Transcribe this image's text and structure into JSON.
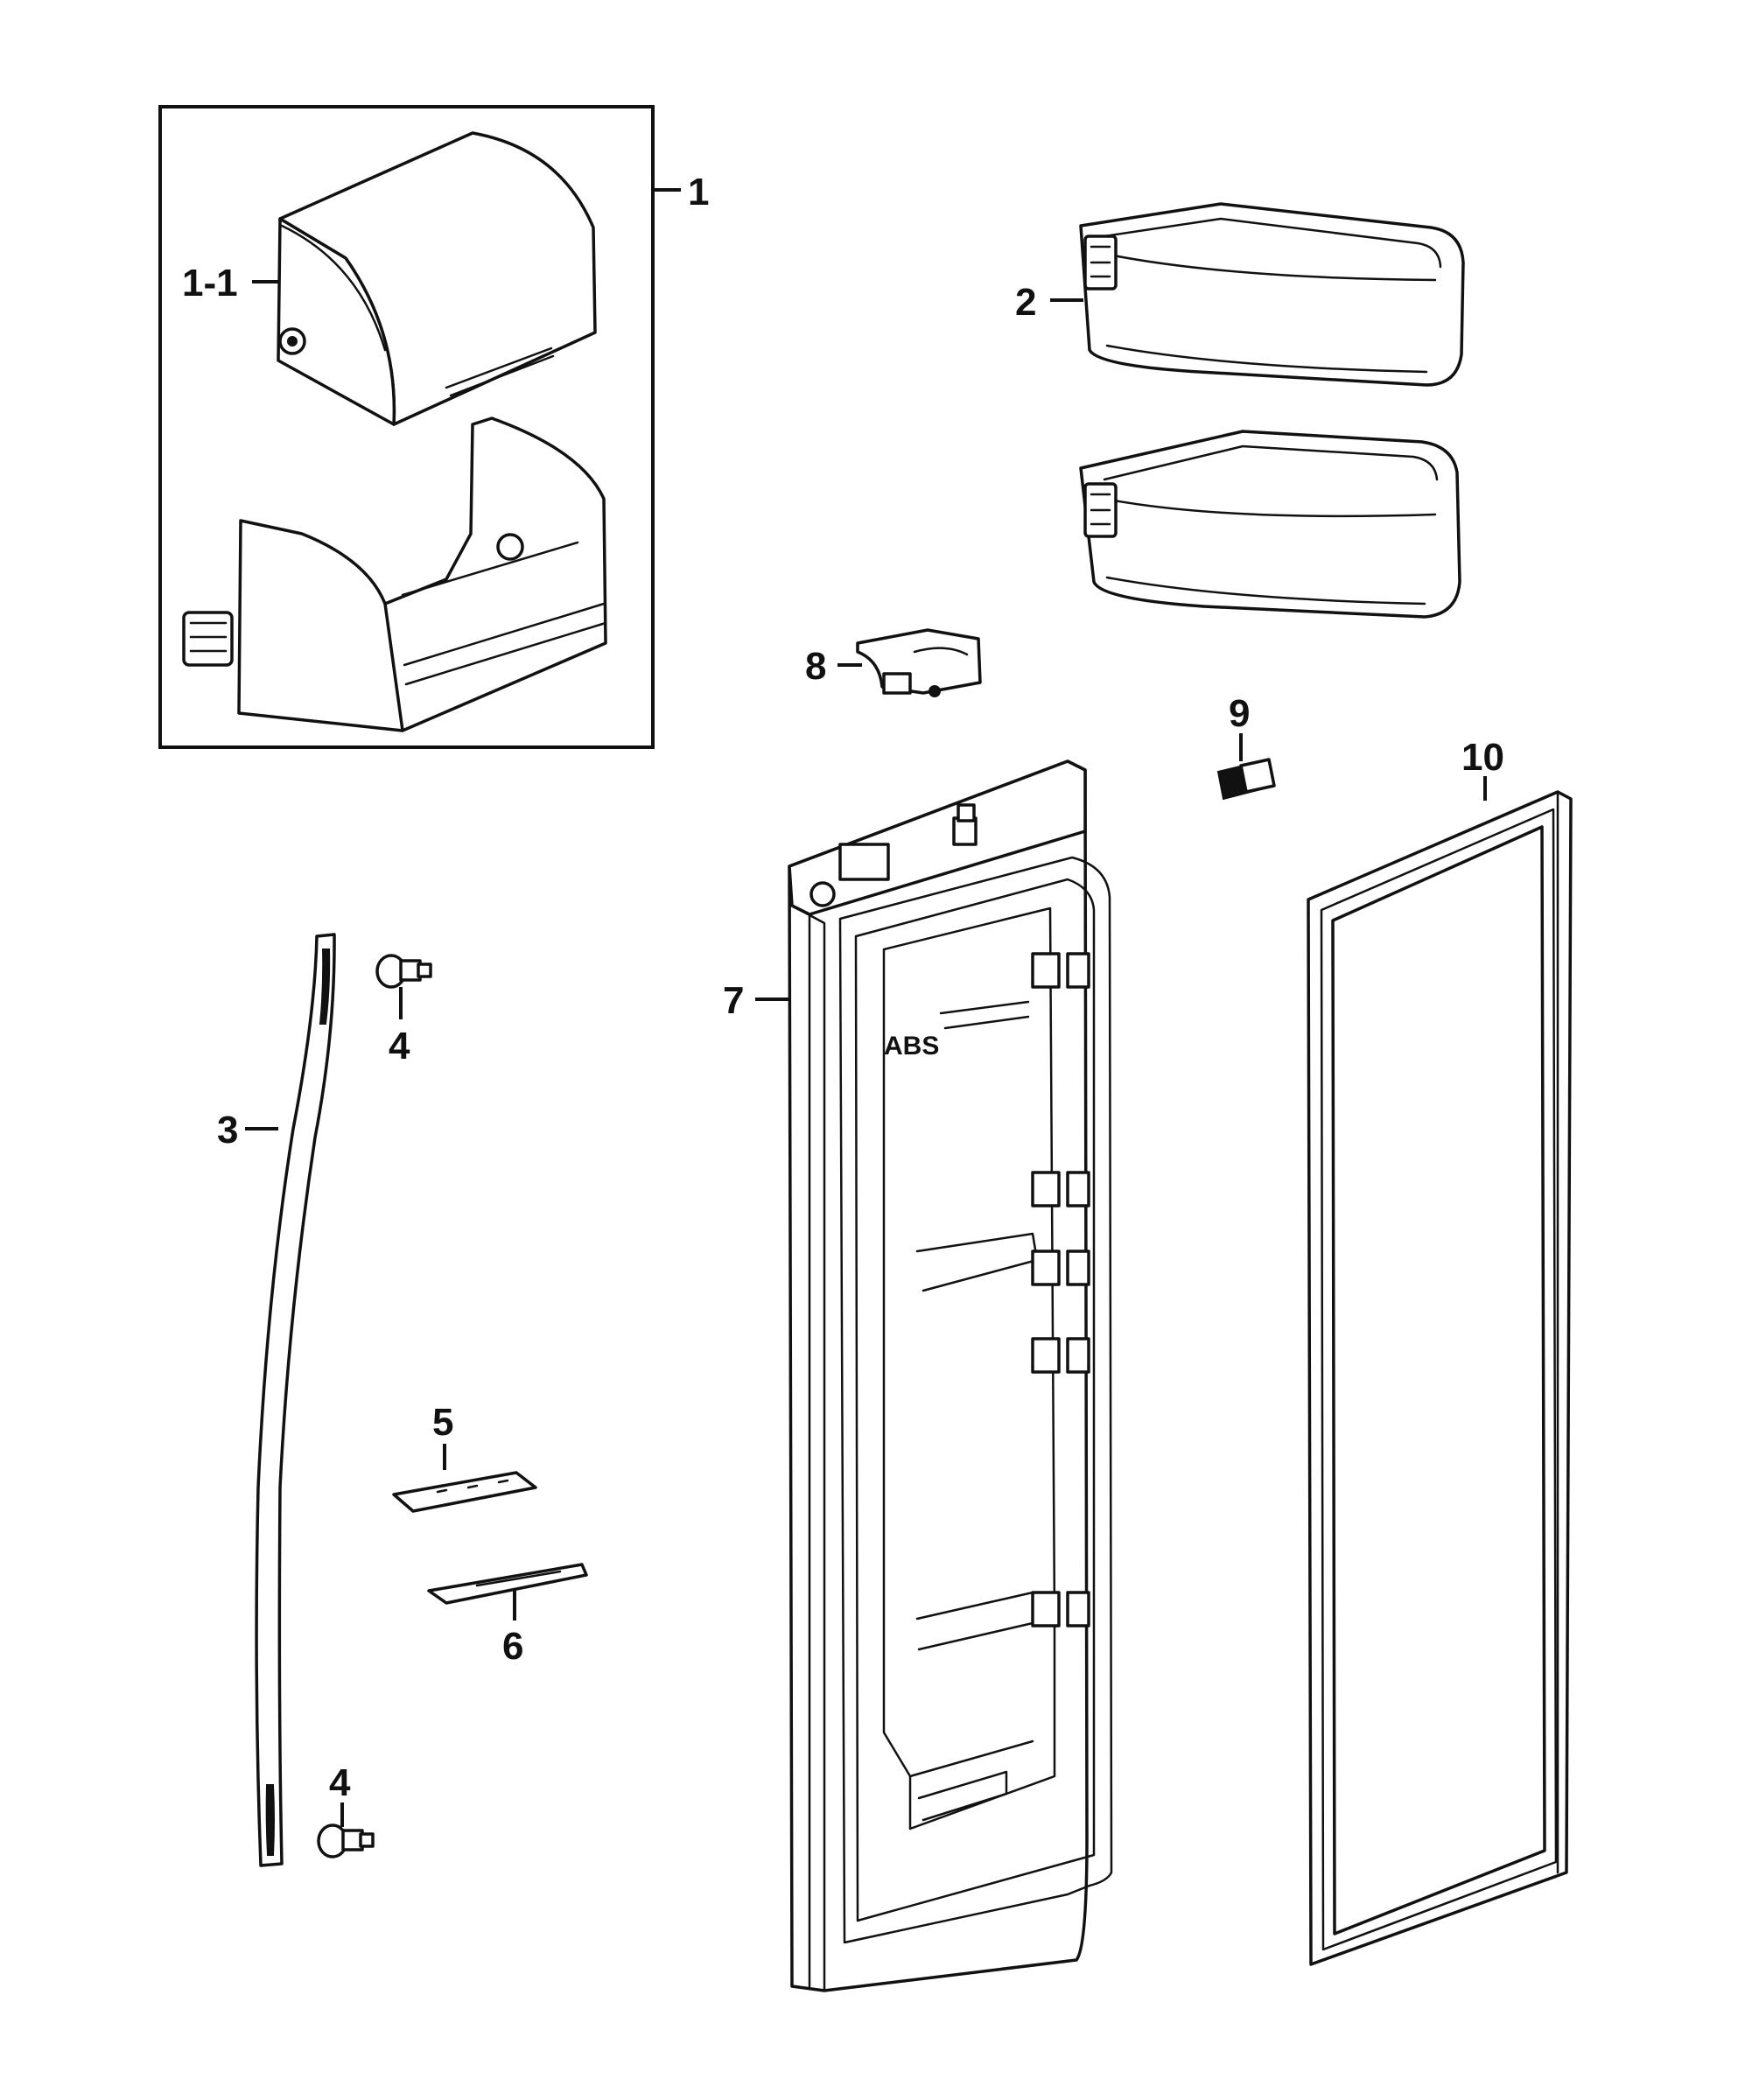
{
  "callouts": [
    {
      "id": "1",
      "text": "1"
    },
    {
      "id": "1-1",
      "text": "1-1"
    },
    {
      "id": "2",
      "text": "2"
    },
    {
      "id": "3",
      "text": "3"
    },
    {
      "id": "4a",
      "text": "4"
    },
    {
      "id": "4b",
      "text": "4"
    },
    {
      "id": "5",
      "text": "5"
    },
    {
      "id": "6",
      "text": "6"
    },
    {
      "id": "7",
      "text": "7"
    },
    {
      "id": "8",
      "text": "8"
    },
    {
      "id": "9",
      "text": "9"
    },
    {
      "id": "10",
      "text": "10"
    }
  ],
  "door_liner_mark": "ABS"
}
